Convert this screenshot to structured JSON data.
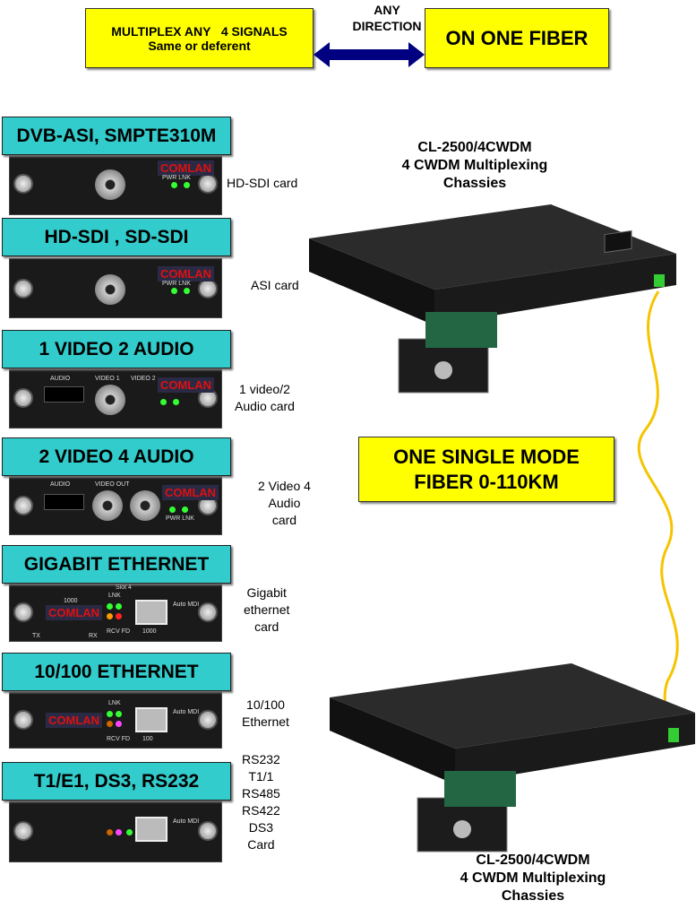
{
  "top": {
    "left_line1": "MULTIPLEX ANY   4 SIGNALS",
    "left_line2": "Same or deferent",
    "arrow_line1": "ANY",
    "arrow_line2": "DIRECTION",
    "right": "ON ONE FIBER"
  },
  "cards": [
    {
      "header": "DVB-ASI, SMPTE310M",
      "caption": [
        "HD-SDI card"
      ]
    },
    {
      "header": "HD-SDI , SD-SDI",
      "caption": [
        "ASI card"
      ]
    },
    {
      "header": "1 VIDEO 2 AUDIO",
      "caption": [
        "1 video/2",
        "Audio card"
      ]
    },
    {
      "header": "2 VIDEO 4 AUDIO",
      "caption": [
        "2 Video 4",
        "Audio",
        "card"
      ]
    },
    {
      "header": "GIGABIT ETHERNET",
      "caption": [
        "Gigabit",
        "ethernet",
        "card"
      ]
    },
    {
      "header": "10/100 ETHERNET",
      "caption": [
        "10/100",
        "Ethernet"
      ]
    },
    {
      "header": "T1/E1, DS3, RS232",
      "caption": [
        "RS232",
        "T1/1",
        "RS485",
        "RS422",
        "DS3",
        "Card"
      ]
    }
  ],
  "panel_text": {
    "logo": "COMLAN",
    "pwr_lnk": "PWR LNK",
    "audio": "AUDIO",
    "video1": "VIDEO 1",
    "video2": "VIDEO 2",
    "video_out": "VIDEO OUT",
    "lnk": "LNK",
    "rcv_fd": "RCV FD",
    "g1000": "1000",
    "tx": "TX",
    "rx": "RX",
    "p100": "100",
    "auto_mdi": "Auto MDI",
    "slot4": "Slot 4"
  },
  "chassis_top": {
    "line1": "CL-2500/4CWDM",
    "line2": "4 CWDM Multiplexing",
    "line3": "Chassies"
  },
  "fiber": {
    "line1": "ONE SINGLE MODE",
    "line2": "FIBER 0-110KM"
  },
  "chassis_bottom": {
    "line1": "CL-2500/4CWDM",
    "line2": "4 CWDM Multiplexing",
    "line3": "Chassies"
  },
  "colors": {
    "yellow": "#ffff00",
    "teal": "#33cccc",
    "arrow": "#000080",
    "cable": "#f5c400"
  }
}
